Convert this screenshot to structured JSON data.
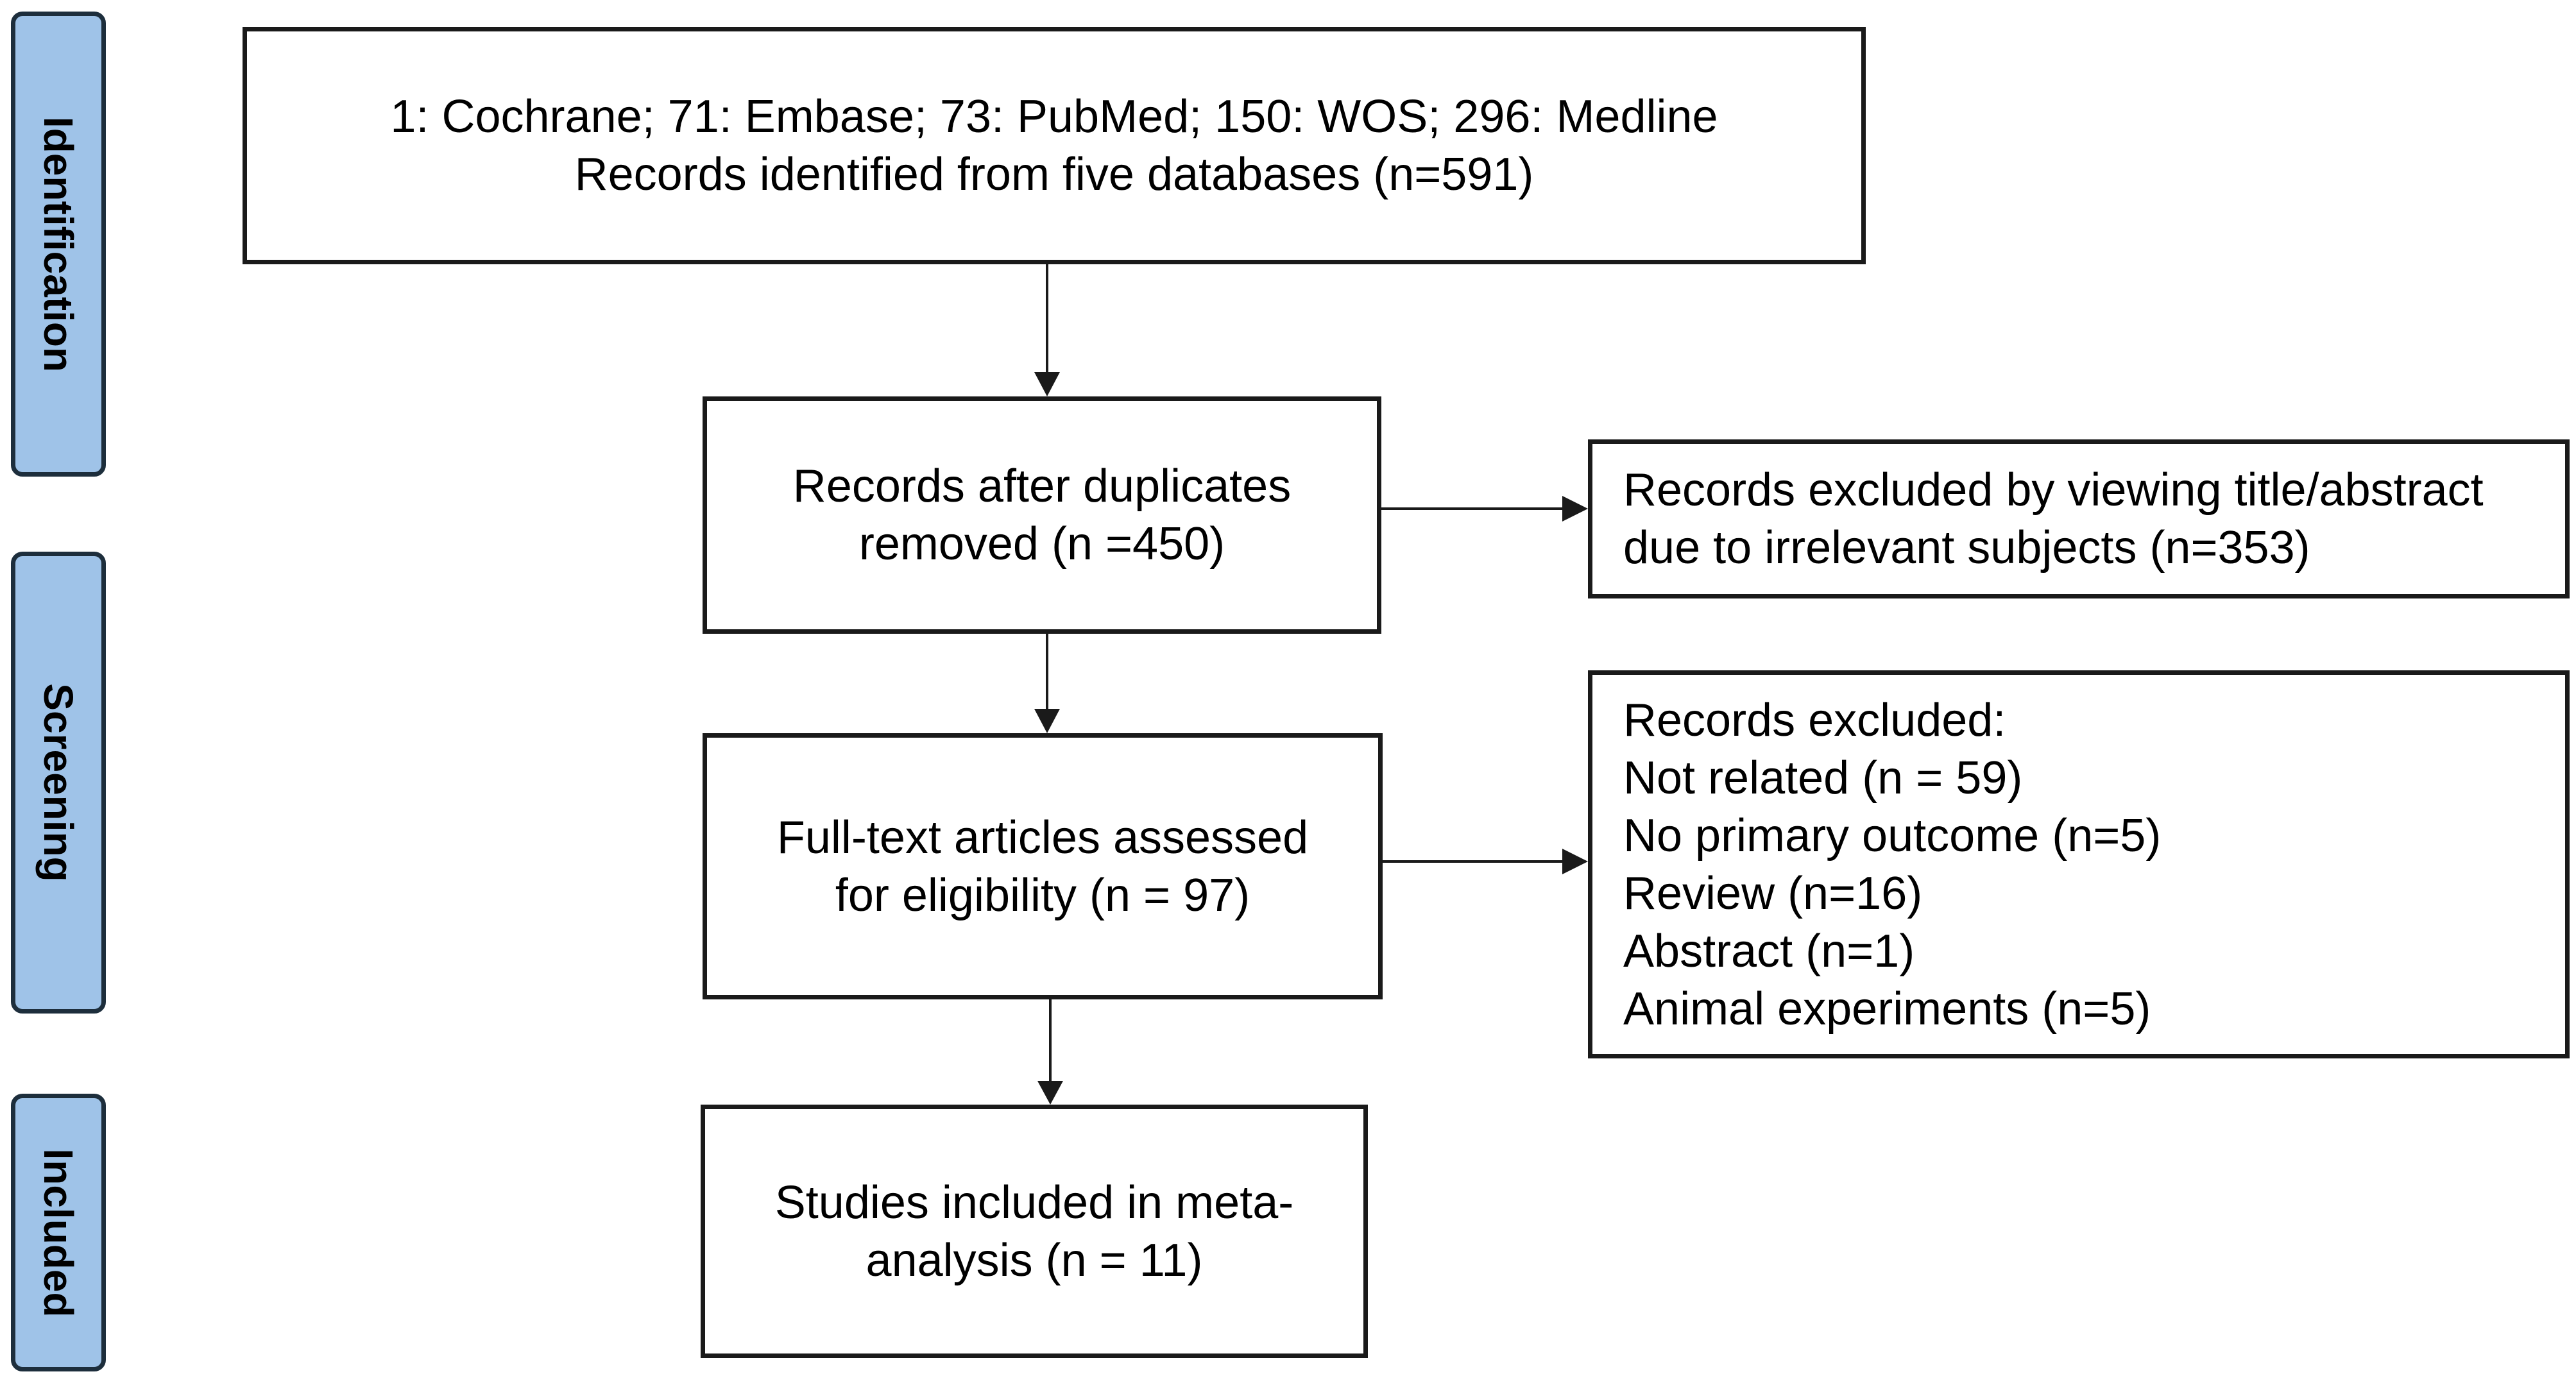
{
  "phases": [
    {
      "label": "Identification"
    },
    {
      "label": "Screening"
    },
    {
      "label": "Included"
    }
  ],
  "boxes": {
    "identification": {
      "lines": [
        "1: Cochrane; 71: Embase; 73: PubMed; 150: WOS; 296: Medline",
        "Records identified from five databases (n=591)"
      ]
    },
    "duplicates": {
      "lines": [
        "Records after duplicates",
        "removed (n =450)"
      ]
    },
    "excluded_title": {
      "lines": [
        "Records excluded by viewing title/abstract",
        "due to irrelevant subjects (n=353)"
      ]
    },
    "fulltext": {
      "lines": [
        "Full-text articles assessed",
        "for eligibility (n = 97)"
      ]
    },
    "excluded_reasons": {
      "lines": [
        "Records excluded:",
        "Not related (n = 59)",
        "No primary outcome (n=5)",
        "Review (n=16)",
        "Abstract (n=1)",
        "Animal experiments (n=5)"
      ]
    },
    "included": {
      "lines": [
        "Studies included in meta-",
        "analysis (n = 11)"
      ]
    }
  }
}
